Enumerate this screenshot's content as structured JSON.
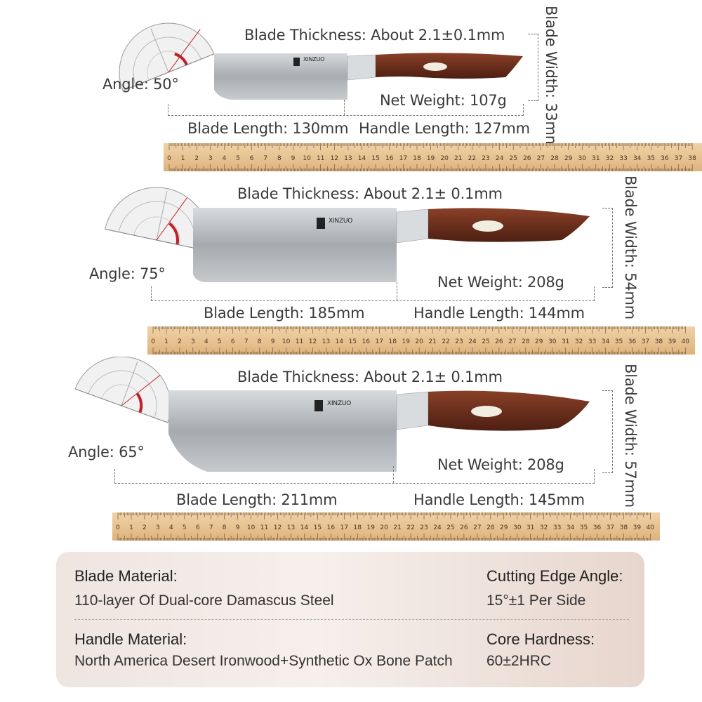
{
  "knives": [
    {
      "thickness": "Blade Thickness: About 2.1±0.1mm",
      "angle": "Angle: 50°",
      "weight": "Net Weight: 107g",
      "blade_length": "Blade Length: 130mm",
      "handle_length": "Handle Length: 127mm",
      "width": "Blade Width: 33mm",
      "brand": "XINZUO"
    },
    {
      "thickness": "Blade Thickness: About 2.1± 0.1mm",
      "angle": "Angle: 75°",
      "weight": "Net Weight: 208g",
      "blade_length": "Blade Length: 185mm",
      "handle_length": "Handle Length: 144mm",
      "width": "Blade Width: 54mm",
      "brand": "XINZUO"
    },
    {
      "thickness": "Blade Thickness: About 2.1± 0.1mm",
      "angle": "Angle: 65°",
      "weight": "Net Weight: 208g",
      "blade_length": "Blade Length: 211mm",
      "handle_length": "Handle Length: 145mm",
      "width": "Blade Width: 57mm",
      "brand": "XINZUO"
    }
  ],
  "rulers": [
    {
      "max": 38
    },
    {
      "max": 40
    },
    {
      "max": 40
    }
  ],
  "specs": {
    "blade_material_title": "Blade Material:",
    "blade_material_value": "110-layer Of Dual-core Damascus Steel",
    "edge_angle_title": "Cutting Edge Angle:",
    "edge_angle_value": "15°±1 Per Side",
    "handle_material_title": "Handle Material:",
    "handle_material_value": "North America Desert Ironwood+Synthetic Ox Bone Patch",
    "hardness_title": "Core Hardness:",
    "hardness_value": "60±2HRC"
  },
  "colors": {
    "handle_wood": "#6b2f1d",
    "blade_steel": "#b8bcc0",
    "protractor_red": "#c0202a",
    "ruler_wood": "#e6c08e"
  }
}
